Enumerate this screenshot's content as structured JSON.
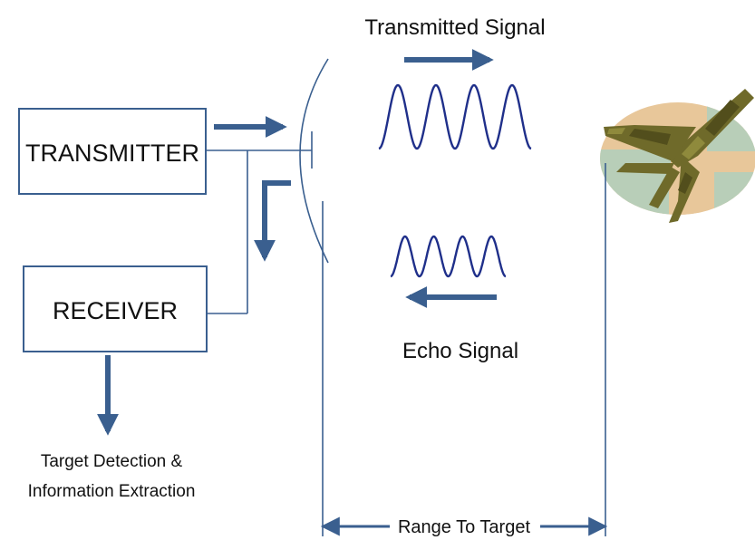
{
  "labels": {
    "transmitter": "TRANSMITTER",
    "receiver": "RECEIVER",
    "transmitted_signal": "Transmitted Signal",
    "echo_signal": "Echo Signal",
    "detection_line1": "Target Detection &",
    "detection_line2": "Information Extraction",
    "range": "Range To Target"
  },
  "colors": {
    "line": "#3a5f8f",
    "wave": "#1f2f8a",
    "camo_light": "#e8c79a",
    "camo_green": "#b8ceb8",
    "camo_olive": "#6f6a2a"
  },
  "icons": {
    "target": "fighter-jet-icon",
    "antenna": "antenna-dish-icon"
  }
}
